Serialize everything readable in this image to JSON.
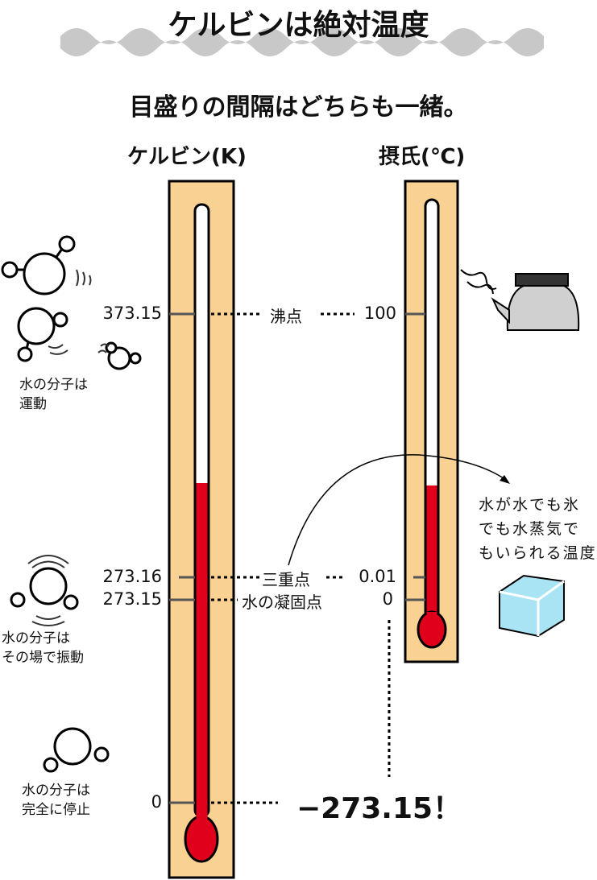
{
  "title": "ケルビンは絶対温度",
  "subtitle": "目盛りの間隔はどちらも一緒。",
  "kelvin": {
    "header": "ケルビン(K)",
    "ticks": {
      "boil": "373.15",
      "triple": "273.16",
      "freeze": "273.15",
      "zero": "0"
    }
  },
  "celsius": {
    "header": "摂氏(℃)",
    "ticks": {
      "boil": "100",
      "triple": "0.01",
      "freeze": "0"
    }
  },
  "points": {
    "boil": "沸点",
    "triple": "三重点",
    "freeze": "水の凝固点"
  },
  "absolute_zero_celsius": "−273.15！",
  "triple_note": [
    "水が水でも氷",
    "でも水蒸気で",
    "もいられる温度"
  ],
  "molecule_notes": {
    "moving": [
      "水の分子は",
      "運動"
    ],
    "vibrating": [
      "水の分子は",
      "その場で振動"
    ],
    "stopped": [
      "水の分子は",
      "完全に停止"
    ]
  },
  "colors": {
    "thermo_bg": "#f8d193",
    "mercury": "#e0001b",
    "band": "#c8c8c8"
  }
}
